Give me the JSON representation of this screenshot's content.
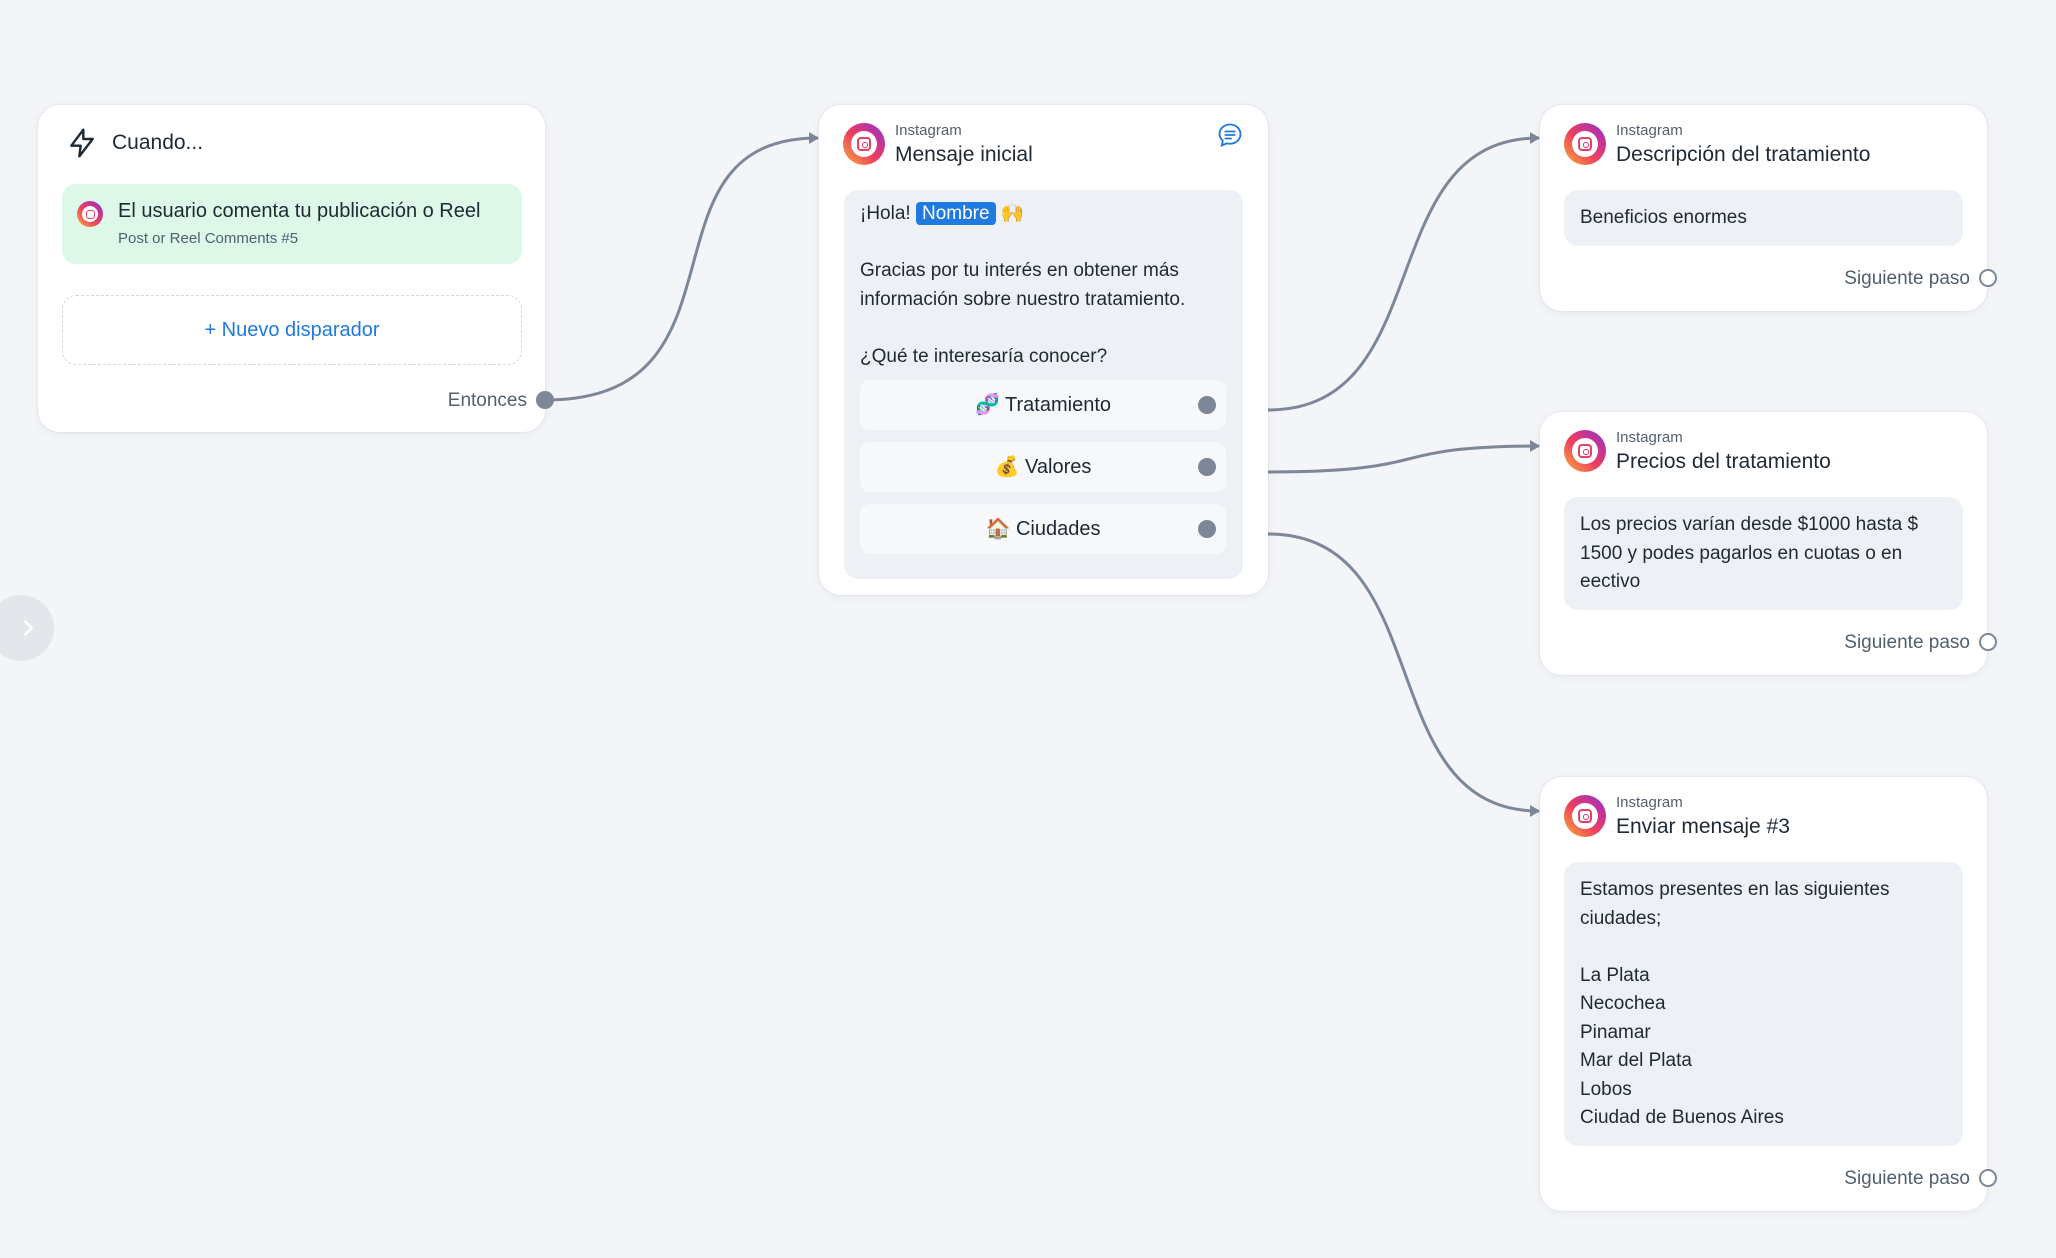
{
  "trigger": {
    "header": "Cuando...",
    "event_title": "El usuario comenta tu publicación o Reel",
    "event_subtitle": "Post or Reel Comments #5",
    "new_trigger_label": "+ Nuevo disparador",
    "then_label": "Entonces"
  },
  "main_node": {
    "platform": "Instagram",
    "title": "Mensaje inicial",
    "greeting_prefix": "¡Hola! ",
    "name_tag": "Nombre",
    "greeting_emoji": " 🙌",
    "lines": [
      "",
      "Gracias por tu interés en obtener más",
      "información sobre nuestro tratamiento.",
      "",
      "¿Qué te interesaría conocer?"
    ],
    "choices": [
      {
        "label": "🧬 Tratamiento"
      },
      {
        "label": "💰 Valores"
      },
      {
        "label": "🏠 Ciudades"
      }
    ]
  },
  "desc_node": {
    "platform": "Instagram",
    "title": "Descripción del tratamiento",
    "lines": [
      "Beneficios enormes"
    ],
    "next_label": "Siguiente paso"
  },
  "precios_node": {
    "platform": "Instagram",
    "title": "Precios del tratamiento",
    "lines": [
      "Los precios varían desde $1000 hasta $",
      "1500 y podes pagarlos en cuotas o en",
      "eectivo"
    ],
    "next_label": "Siguiente paso"
  },
  "enviar_node": {
    "platform": "Instagram",
    "title": "Enviar mensaje #3",
    "lines": [
      "Estamos presentes en las siguientes",
      "ciudades;",
      "",
      "La Plata",
      "Necochea",
      "Pinamar",
      "Mar del Plata",
      "Lobos",
      "Ciudad de Buenos Aires"
    ],
    "next_label": "Siguiente paso"
  },
  "colors": {
    "canvas_bg": "#f3f5f8",
    "accent_blue": "#1f7ae0",
    "trigger_event_bg": "#ddf7e8",
    "connector": "#7d8797",
    "message_bg": "#edf0f4"
  },
  "icons": {
    "trigger": "lightning-icon",
    "platform": "instagram-icon",
    "message_type": "chat-bubble-icon",
    "side_toggle": "chevron-right-icon"
  }
}
